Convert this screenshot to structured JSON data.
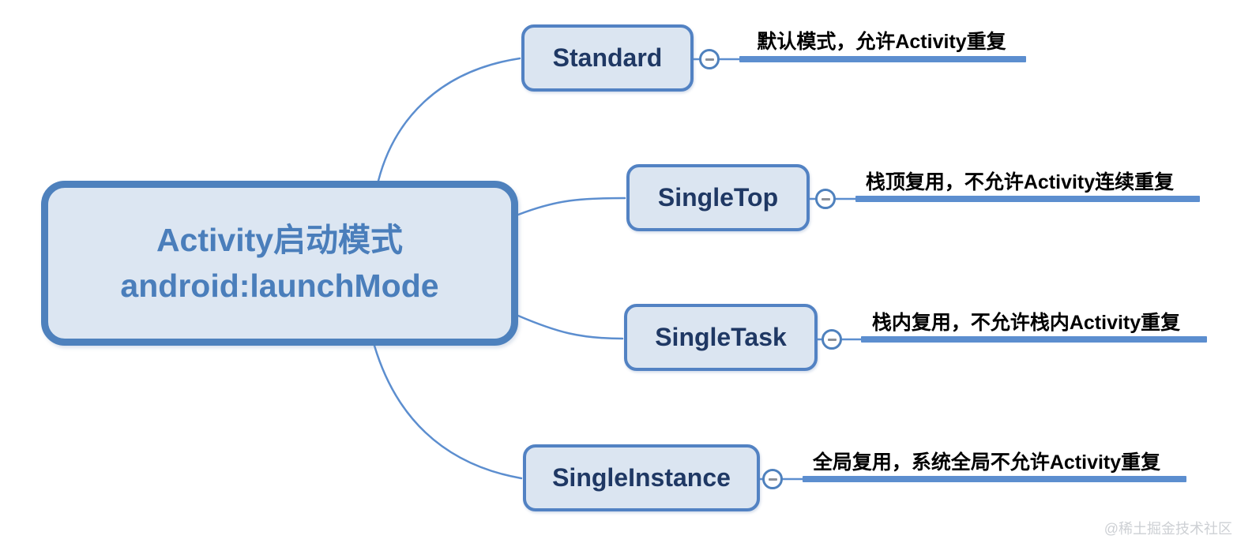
{
  "root": {
    "line1": "Activity启动模式",
    "line2": "android:launchMode"
  },
  "branches": [
    {
      "label": "Standard",
      "description": "默认模式，允许Activity重复"
    },
    {
      "label": "SingleTop",
      "description": "栈顶复用，不允许Activity连续重复"
    },
    {
      "label": "SingleTask",
      "description": "栈内复用，不允许栈内Activity重复"
    },
    {
      "label": "SingleInstance",
      "description": "全局复用，系统全局不允许Activity重复"
    }
  ],
  "collapse_button": {
    "icon": "minus"
  },
  "watermark": "@稀土掘金技术社区",
  "colors": {
    "node_border": "#4E81BD",
    "node_fill": "#DCE6F2",
    "root_text": "#4A7EBB",
    "branch_text": "#1F3864",
    "connector_line": "#5C8ECF",
    "description_text": "#000000",
    "watermark_text": "#CDD0D4"
  }
}
